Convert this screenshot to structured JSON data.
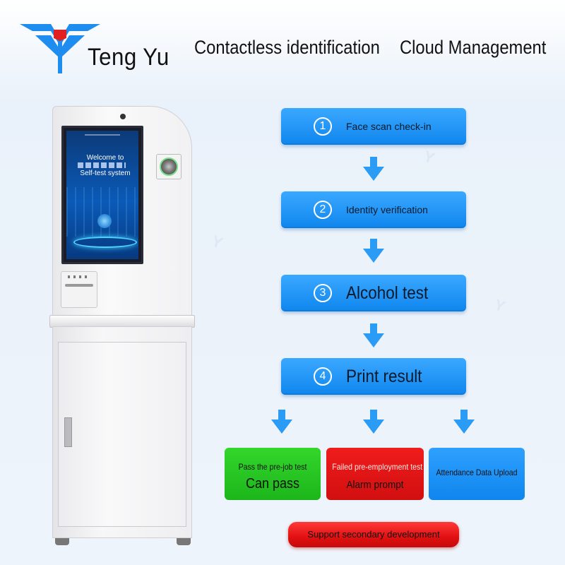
{
  "brand": {
    "name": "Teng Yu",
    "colors": {
      "blue": "#1f8cf0",
      "red": "#e02020"
    }
  },
  "header": {
    "headline_left": "Contactless identification",
    "headline_right": "Cloud Management"
  },
  "kiosk": {
    "screen_line1": "Welcome to",
    "screen_line2": "Self-test system"
  },
  "steps": [
    {
      "number": "1",
      "label": "Face scan check-in"
    },
    {
      "number": "2",
      "label": "Identity verification"
    },
    {
      "number": "3",
      "label": "Alcohol test"
    },
    {
      "number": "4",
      "label": "Print result"
    }
  ],
  "results": [
    {
      "title": "Pass the pre-job test",
      "subtitle": "Can pass",
      "color": "#22c41e"
    },
    {
      "title": "Failed pre-employment test",
      "subtitle": "Alarm prompt",
      "color": "#e01515"
    },
    {
      "title": "Attendance Data Upload",
      "color": "#1f8cf0"
    }
  ],
  "footer": {
    "support": "Support secondary development"
  }
}
